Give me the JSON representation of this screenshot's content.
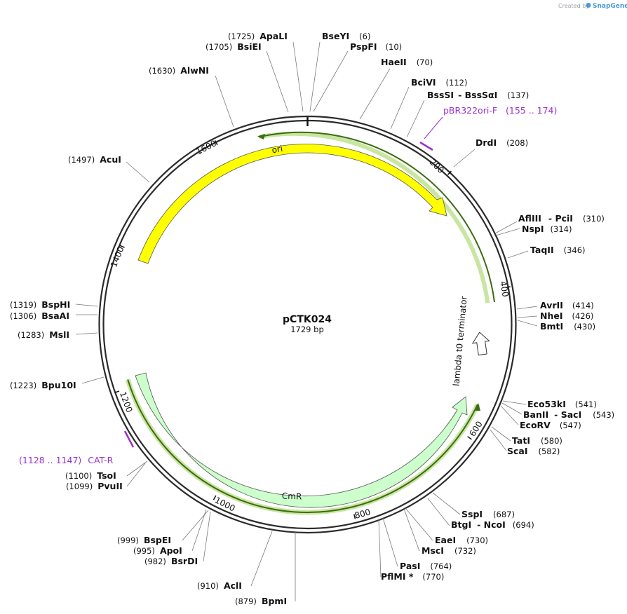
{
  "credit": {
    "prefix": "Created by",
    "brand": "SnapGene"
  },
  "plasmid": {
    "name": "pCTK024",
    "length_label": "1729 bp",
    "length": 1729
  },
  "colors": {
    "primer": "#9932CC",
    "ori": "#FFFF00",
    "cmr": "#CCFFCC",
    "terminator_track": "#5A8A1F",
    "backbone": "#2b2b2b"
  },
  "tick_labels": [
    "200",
    "400",
    "600",
    "800",
    "1000",
    "1200",
    "1400",
    "1600"
  ],
  "features": {
    "ori": {
      "label": "ori",
      "color": "#FFFF00"
    },
    "cmr": {
      "label": "CmR",
      "color": "#CCFFCC"
    },
    "terminator": {
      "label": "lambda t0 terminator"
    }
  },
  "primers": [
    {
      "name": "pBR322ori-F",
      "range": "(155 .. 174)"
    },
    {
      "name": "CAT-R",
      "range": "(1128 .. 1147)"
    }
  ],
  "sites": [
    {
      "id": "apali",
      "name": "ApaLI",
      "pos": "(1725)"
    },
    {
      "id": "bsiei",
      "name": "BsiEI",
      "pos": "(1705)"
    },
    {
      "id": "bseyi",
      "name": "BseYI",
      "pos": "(6)"
    },
    {
      "id": "pspfi",
      "name": "PspFI",
      "pos": "(10)"
    },
    {
      "id": "haeii",
      "name": "HaeII",
      "pos": "(70)"
    },
    {
      "id": "alwni",
      "name": "AlwNI",
      "pos": "(1630)"
    },
    {
      "id": "bcivi",
      "name": "BciVI",
      "pos": "(112)"
    },
    {
      "id": "bsssi",
      "name": "BssSI",
      "name2": "BssSαI",
      "pos": "(137)"
    },
    {
      "id": "drdi",
      "name": "DrdI",
      "pos": "(208)"
    },
    {
      "id": "acui",
      "name": "AcuI",
      "pos": "(1497)"
    },
    {
      "id": "afliii",
      "name": "AflIII",
      "name2": "PciI",
      "pos": "(310)"
    },
    {
      "id": "nspi",
      "name": "NspI",
      "pos": "(314)"
    },
    {
      "id": "taqii",
      "name": "TaqII",
      "pos": "(346)"
    },
    {
      "id": "avrii",
      "name": "AvrII",
      "pos": "(414)"
    },
    {
      "id": "nhei",
      "name": "NheI",
      "pos": "(426)"
    },
    {
      "id": "bmti",
      "name": "BmtI",
      "pos": "(430)"
    },
    {
      "id": "bsphi",
      "name": "BspHI",
      "pos": "(1319)"
    },
    {
      "id": "bsaai",
      "name": "BsaAI",
      "pos": "(1306)"
    },
    {
      "id": "msli",
      "name": "MslI",
      "pos": "(1283)"
    },
    {
      "id": "bpu10i",
      "name": "Bpu10I",
      "pos": "(1223)"
    },
    {
      "id": "eco53ki",
      "name": "Eco53kI",
      "pos": "(541)"
    },
    {
      "id": "banii",
      "name": "BanII",
      "name2": "SacI",
      "pos": "(543)"
    },
    {
      "id": "ecorv",
      "name": "EcoRV",
      "pos": "(547)"
    },
    {
      "id": "tati",
      "name": "TatI",
      "pos": "(580)"
    },
    {
      "id": "scai",
      "name": "ScaI",
      "pos": "(582)"
    },
    {
      "id": "tsoi",
      "name": "TsoI",
      "pos": "(1100)"
    },
    {
      "id": "pvuii",
      "name": "PvuII",
      "pos": "(1099)"
    },
    {
      "id": "sspi",
      "name": "SspI",
      "pos": "(687)"
    },
    {
      "id": "btgi",
      "name": "BtgI",
      "name2": "NcoI",
      "pos": "(694)"
    },
    {
      "id": "eaei",
      "name": "EaeI",
      "pos": "(730)"
    },
    {
      "id": "msci",
      "name": "MscI",
      "pos": "(732)"
    },
    {
      "id": "pasi",
      "name": "PasI",
      "pos": "(764)"
    },
    {
      "id": "pflmi",
      "name": "PflMI *",
      "pos": "(770)"
    },
    {
      "id": "bspei",
      "name": "BspEI",
      "pos": "(999)"
    },
    {
      "id": "apoi",
      "name": "ApoI",
      "pos": "(995)"
    },
    {
      "id": "bsrdi",
      "name": "BsrDI",
      "pos": "(982)"
    },
    {
      "id": "acli",
      "name": "AclI",
      "pos": "(910)"
    },
    {
      "id": "bpmi",
      "name": "BpmI",
      "pos": "(879)"
    }
  ]
}
